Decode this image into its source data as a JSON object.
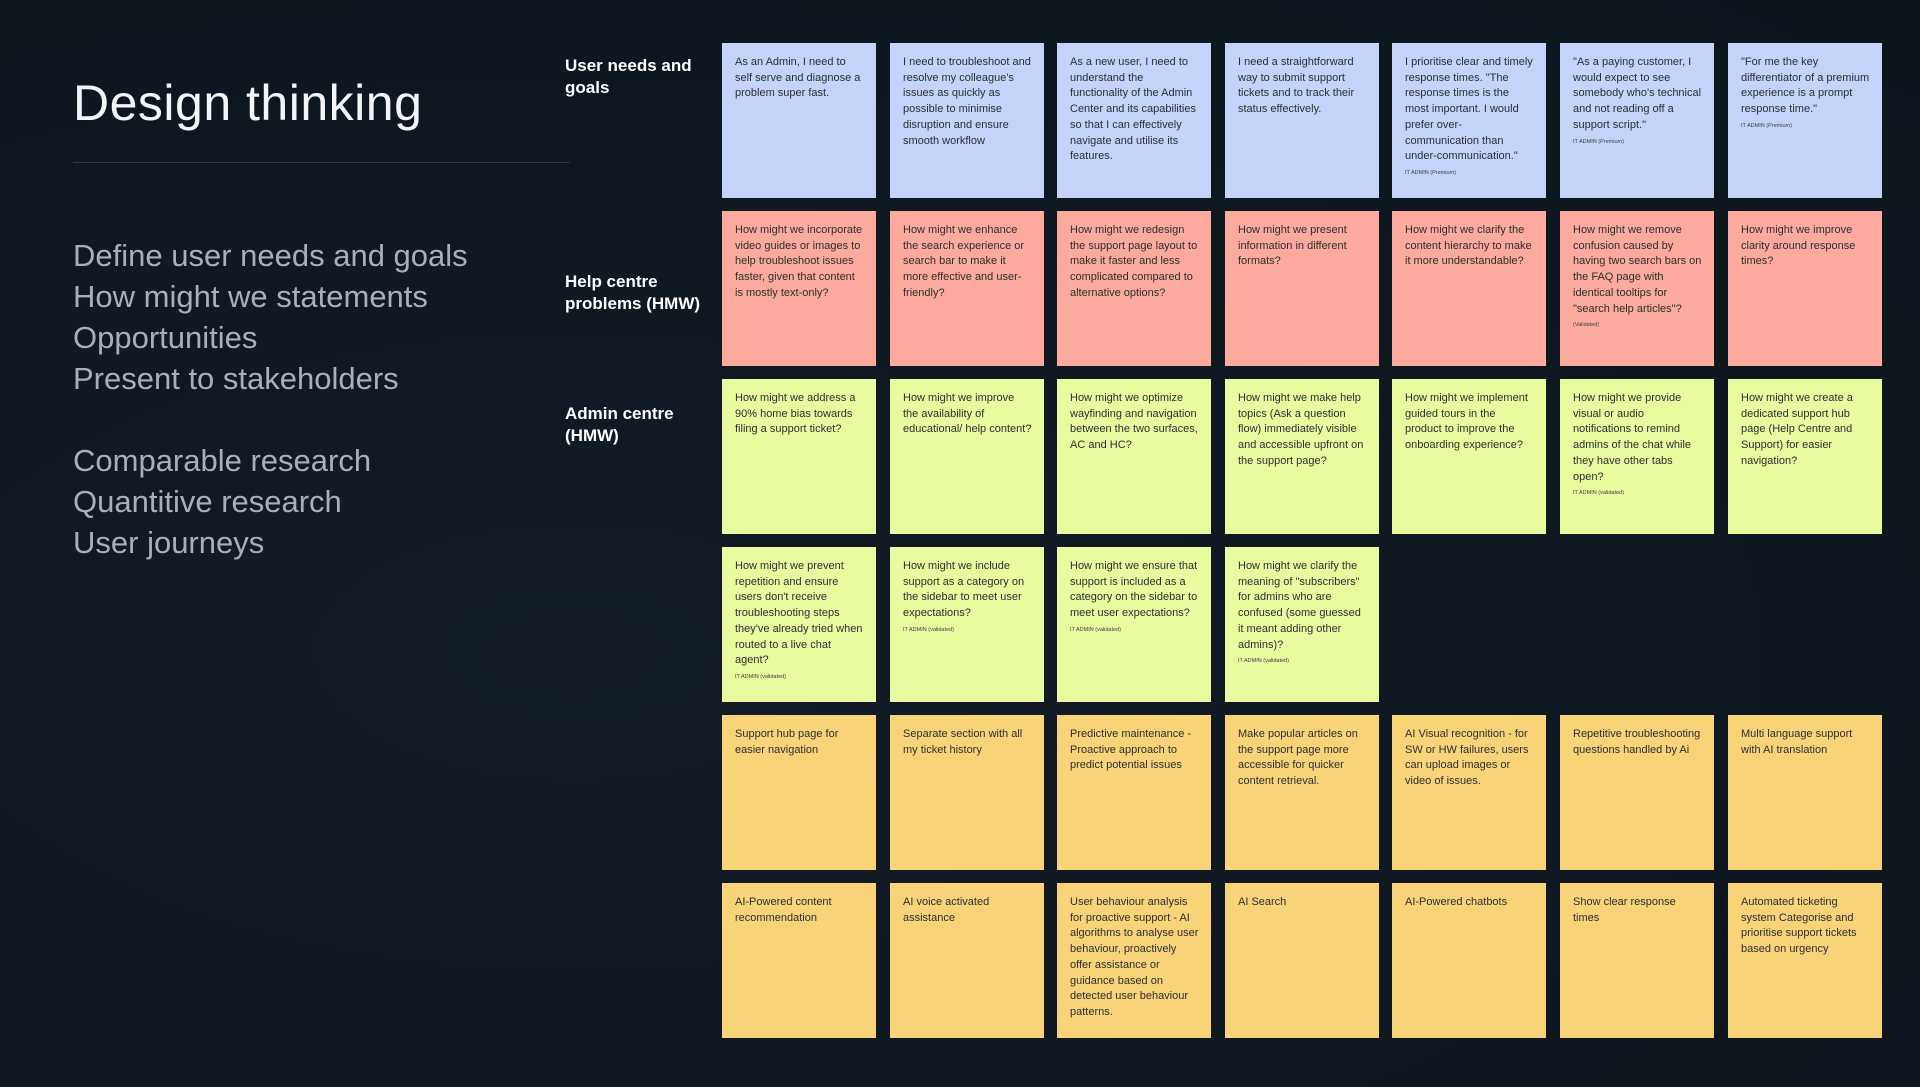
{
  "page_title": "Design thinking",
  "menu": {
    "group1": [
      "Define user needs and goals",
      "How might we statements",
      "Opportunities",
      "Present to stakeholders"
    ],
    "group2": [
      "Comparable research",
      "Quantitive research",
      "User journeys"
    ]
  },
  "row_labels": {
    "needs": "User needs and goals",
    "help": "Help centre problems (HMW)",
    "admin": "Admin centre (HMW)"
  },
  "colors": {
    "background": "#0f1720",
    "needs_note": "#c3d3fa",
    "help_note": "#fcaa9d",
    "admin_note": "#e8fb9f",
    "opportunity_note": "#f9d378"
  },
  "rows": [
    {
      "color": "blue",
      "notes": [
        {
          "text": "As an Admin, I need to self serve and diagnose a problem super fast.",
          "tag": ""
        },
        {
          "text": "I need to troubleshoot and resolve my colleague's issues as quickly as possible to minimise disruption and ensure smooth workflow",
          "tag": ""
        },
        {
          "text": "As a new user, I need to understand the functionality of the Admin Center and its capabilities so that I can effectively navigate and utilise its features.",
          "tag": ""
        },
        {
          "text": "I need a straightforward way to submit support tickets and to track their status effectively.",
          "tag": ""
        },
        {
          "text": "I prioritise clear and timely response times. \"The response times is the most important. I would prefer over-communication than under-communication.\"",
          "tag": "IT ADMIN (Premium)"
        },
        {
          "text": "\"As a paying customer, I would expect to see somebody who's technical and not reading off a support script.\"",
          "tag": "IT ADMIN (Premium)"
        },
        {
          "text": "\"For me the key differentiator of a premium experience is a prompt response time.\"",
          "tag": "IT ADMIN (Premium)"
        }
      ]
    },
    {
      "color": "pink",
      "notes": [
        {
          "text": "How might we incorporate video guides or images to help troubleshoot issues faster, given that content is mostly text-only?",
          "tag": ""
        },
        {
          "text": "How might we enhance the search experience or search bar to make it more effective and user-friendly?",
          "tag": ""
        },
        {
          "text": "How might we redesign the support page layout to make it faster and less complicated compared to alternative options?",
          "tag": ""
        },
        {
          "text": "How might we present information in different formats?",
          "tag": ""
        },
        {
          "text": "How might we clarify the content hierarchy to make it more understandable?",
          "tag": ""
        },
        {
          "text": "How might we remove confusion caused by having two search bars on the FAQ page with identical tooltips for \"search help articles\"?",
          "tag": "(Validated)"
        },
        {
          "text": "How might we improve clarity around response times?",
          "tag": ""
        }
      ]
    },
    {
      "color": "lime",
      "notes": [
        {
          "text": "How might we address a 90% home bias towards filing a support ticket?",
          "tag": ""
        },
        {
          "text": "How might we improve the availability of educational/ help content?",
          "tag": ""
        },
        {
          "text": "How might we optimize wayfinding and navigation between the two surfaces, AC and HC?",
          "tag": ""
        },
        {
          "text": "How might we make help topics (Ask a question flow) immediately visible and accessible upfront on the support page?",
          "tag": ""
        },
        {
          "text": "How might we implement guided tours in the product to improve the onboarding experience?",
          "tag": ""
        },
        {
          "text": "How might we provide visual or audio notifications to remind admins of the chat while they have other tabs open?",
          "tag": "IT ADMIN (validated)"
        },
        {
          "text": "How might we create a dedicated support hub page (Help Centre and Support) for easier navigation?",
          "tag": ""
        }
      ]
    },
    {
      "color": "lime",
      "notes": [
        {
          "text": "How might we prevent repetition and ensure users don't receive troubleshooting steps they've already tried when routed to a live chat agent?",
          "tag": "IT ADMIN (validated)"
        },
        {
          "text": "How might we include support as a category on the sidebar to meet user expectations?",
          "tag": "IT ADMIN (validated)"
        },
        {
          "text": "How might we ensure that support is included as a category on the sidebar to meet user expectations?",
          "tag": "IT ADMIN (validated)"
        },
        {
          "text": "How might we clarify the meaning of \"subscribers\" for admins who are confused (some guessed it meant adding other admins)?",
          "tag": "IT ADMIN (validated)"
        }
      ]
    },
    {
      "color": "orange",
      "notes": [
        {
          "text": "Support hub page for easier navigation",
          "tag": ""
        },
        {
          "text": "Separate section with all my ticket history",
          "tag": ""
        },
        {
          "text": "Predictive maintenance - Proactive approach to predict potential issues",
          "tag": ""
        },
        {
          "text": "Make popular articles on the support page more accessible for quicker content retrieval.",
          "tag": ""
        },
        {
          "text": "AI Visual recognition  - for SW or HW failures, users can upload images or video of issues.",
          "tag": ""
        },
        {
          "text": "Repetitive troubleshooting questions handled by Ai",
          "tag": ""
        },
        {
          "text": "Multi language support with AI translation",
          "tag": ""
        }
      ]
    },
    {
      "color": "orange",
      "notes": [
        {
          "text": "AI-Powered content recommendation",
          "tag": ""
        },
        {
          "text": "AI voice activated assistance",
          "tag": ""
        },
        {
          "text": "User behaviour analysis for proactive support - AI algorithms to analyse user behaviour, proactively offer assistance or guidance based on detected user behaviour patterns.",
          "tag": ""
        },
        {
          "text": "AI Search",
          "tag": ""
        },
        {
          "text": "AI-Powered chatbots",
          "tag": ""
        },
        {
          "text": "Show clear response times",
          "tag": ""
        },
        {
          "text": "Automated ticketing system Categorise and prioritise support tickets based on urgency",
          "tag": ""
        }
      ]
    }
  ]
}
